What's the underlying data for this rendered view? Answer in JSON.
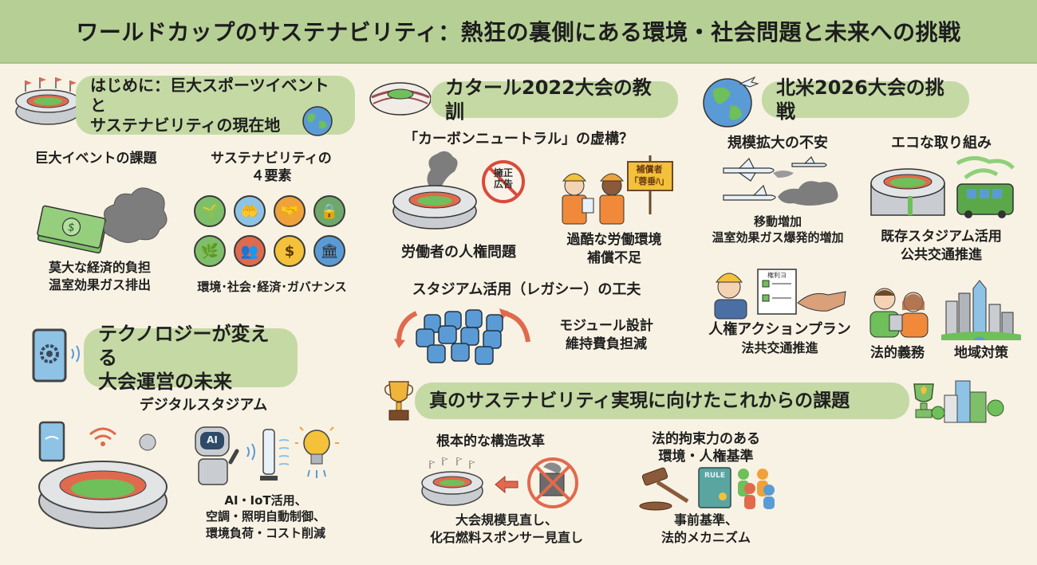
{
  "title": "ワールドカップのサステナビリティ：熱狂の裏側にある環境・社会問題と未来への挑戦",
  "colors": {
    "background": "#f8f2e4",
    "title_bar": "#b6cf95",
    "pill": "#c5d9a5",
    "accent_red": "#e06a4e",
    "accent_blue": "#5b9bd5",
    "accent_orange": "#f0a23a"
  },
  "intro": {
    "heading": "はじめに：巨大スポーツイベントとサステナビリティの現在地",
    "heading_line1": "はじめに：巨大スポーツイベントと",
    "heading_line2": "サステナビリティの現在地",
    "challenges": {
      "title": "巨大イベントの課題",
      "caption_line1": "莫大な経済的負担",
      "caption_line2": "温室効果ガス排出"
    },
    "elements": {
      "title_line1": "サステナビリティの",
      "title_line2": "４要素",
      "icons": [
        "sprout-icon",
        "caring-hands-icon",
        "handshake-icon",
        "lock-icon",
        "plant-in-hand-icon",
        "people-icon",
        "dollar-icon",
        "bank-icon"
      ],
      "caption": "環境･社会･経済･ガバナンス"
    }
  },
  "qatar": {
    "heading": "カタール2022大会の教訓",
    "subheading": "「カーボンニュートラル」の虚構？",
    "left_caption": "労働者の人権問題",
    "no_sign_text_line1": "擁正",
    "no_sign_text_line2": "広告",
    "right_caption_line1": "過酷な労働環境",
    "right_caption_line2": "補償不足",
    "signboard_line1": "補償者",
    "signboard_line2": "「蓉垂ﾊ」",
    "legacy": {
      "title": "スタジアム活用（レガシー）の工夫",
      "caption_line1": "モジュール設計",
      "caption_line2": "維持費負担減"
    }
  },
  "north_america": {
    "heading": "北米2026大会の挑戦",
    "scale": {
      "title": "規模拡大の不安",
      "caption_line1": "移動増加",
      "caption_line2": "温室効果ガス爆発的増加"
    },
    "eco": {
      "title": "エコな取り組み",
      "caption_line1": "既存スタジアム活用",
      "caption_line2": "公共交通推進"
    },
    "human_rights": {
      "doc_label": "権利ヨ",
      "caption_line1": "人権アクションプラン",
      "caption_line2": "法共交通推進"
    },
    "legal": {
      "caption": "法的義務"
    },
    "regional": {
      "caption": "地域対策"
    }
  },
  "technology": {
    "heading_line1": "テクノロジーが変える",
    "heading_line2": "大会運営の未来",
    "subheading": "デジタルスタジアム",
    "robot_label": "AI",
    "caption_line1": "AI・IoT活用、",
    "caption_line2": "空調・照明自動制御、",
    "caption_line3": "環境負荷・コスト削減"
  },
  "future": {
    "heading": "真のサステナビリティ実現に向けたこれからの課題",
    "structural": {
      "title": "根本的な構造改革",
      "caption_line1": "大会規模見直し、",
      "caption_line2": "化石燃料スポンサー見直し"
    },
    "legal": {
      "title_line1": "法的拘束力のある",
      "title_line2": "環境・人権基準",
      "book_label": "RULE",
      "caption_line1": "事前基準、",
      "caption_line2": "法的メカニズム"
    }
  }
}
